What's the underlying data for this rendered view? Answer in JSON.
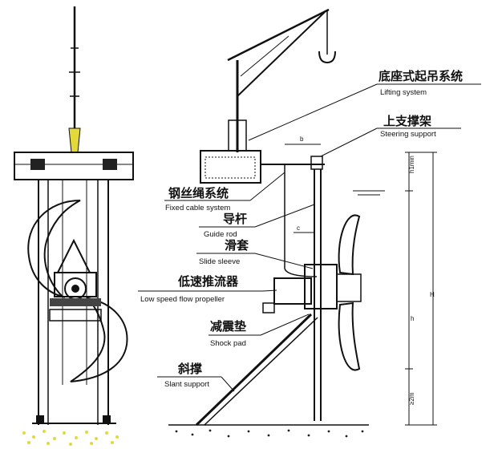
{
  "labels": [
    {
      "id": "lifting",
      "cn": "底座式起吊系统",
      "en": "Lifting system"
    },
    {
      "id": "steering",
      "cn": "上支撑架",
      "en": "Steering support"
    },
    {
      "id": "fixed_cable",
      "cn": "钢丝绳系统",
      "en": "Fixed cable system"
    },
    {
      "id": "guide_rod",
      "cn": "导杆",
      "en": "Guide rod"
    },
    {
      "id": "slide_sleeve",
      "cn": "滑套",
      "en": "Slide sleeve"
    },
    {
      "id": "propeller",
      "cn": "低速推流器",
      "en": "Low speed flow propeller"
    },
    {
      "id": "shock_pad",
      "cn": "减震垫",
      "en": "Shock pad"
    },
    {
      "id": "slant_support",
      "cn": "斜撑",
      "en": "Slant support"
    }
  ],
  "dimensions": {
    "top_width": "b",
    "gap": "c",
    "water_height": "h1min",
    "total_height": "H",
    "mid_height": "h",
    "bottom_height": "≥2m"
  }
}
